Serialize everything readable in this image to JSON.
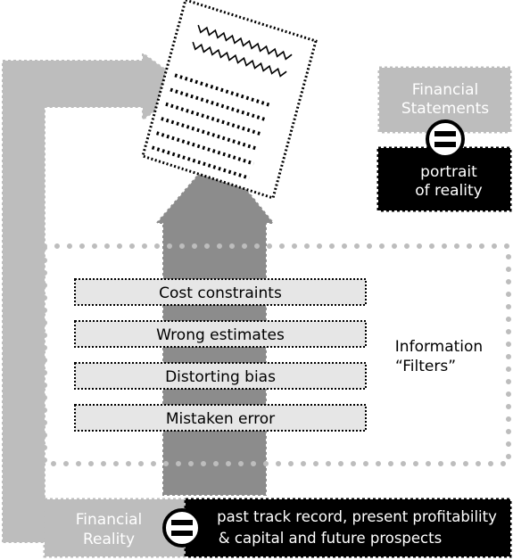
{
  "document": {
    "line_patterns": 2,
    "text_lines": 6
  },
  "statements_box": {
    "label_line1": "Financial",
    "label_line2": "Statements"
  },
  "portrait_box": {
    "label_line1": "portrait",
    "label_line2": "of reality"
  },
  "equals_symbol": "=",
  "filters": {
    "title_line1": "Information",
    "title_line2": "“Filters”",
    "items": [
      {
        "label": "Cost constraints"
      },
      {
        "label": "Wrong estimates"
      },
      {
        "label": "Distorting bias"
      },
      {
        "label": "Mistaken error"
      }
    ]
  },
  "reality_box": {
    "label_line1": "Financial",
    "label_line2": "Reality"
  },
  "prospects_box": {
    "label_line1": "past track record, present profitability",
    "label_line2": "& capital and future prospects"
  },
  "colors": {
    "light_gray": "#bdbdbd",
    "mid_gray": "#8c8c8c",
    "filter_fill": "#e6e6e6",
    "black": "#000000",
    "white": "#ffffff"
  }
}
